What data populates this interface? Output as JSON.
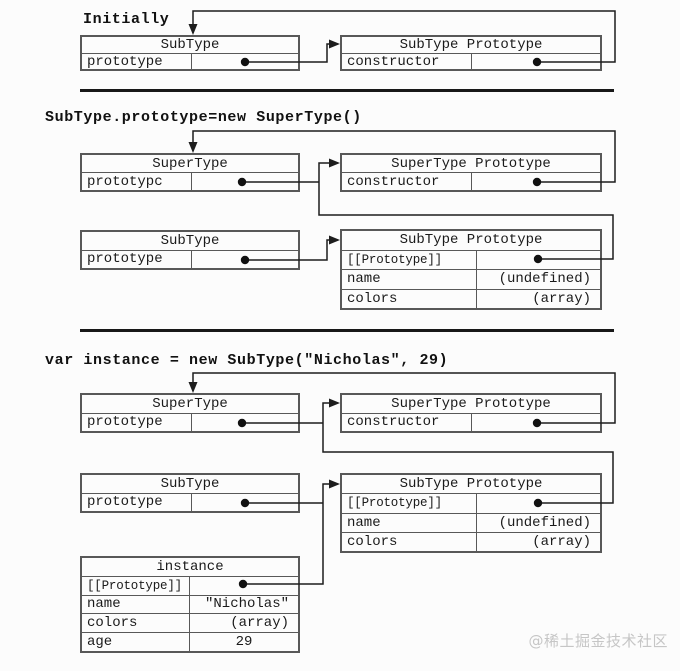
{
  "s1": {
    "heading": "Initially",
    "subtype": {
      "title": "SubType",
      "label": "prototype"
    },
    "proto": {
      "title": "SubType Prototype",
      "label": "constructor"
    }
  },
  "s2": {
    "heading": "SubType.prototype=new SuperType()",
    "supertype": {
      "title": "SuperType",
      "label": "prototypc"
    },
    "superproto": {
      "title": "SuperType Prototype",
      "label": "constructor"
    },
    "subtype": {
      "title": "SubType",
      "label": "prototype"
    },
    "subproto": {
      "title": "SubType Prototype",
      "rows": [
        {
          "label": "[[Prototype]]",
          "value": ""
        },
        {
          "label": "name",
          "value": "(undefined)"
        },
        {
          "label": "colors",
          "value": "(array)"
        }
      ]
    }
  },
  "s3": {
    "heading": "var instance = new SubType(\"Nicholas\", 29)",
    "supertype": {
      "title": "SuperType",
      "label": "prototype"
    },
    "superproto": {
      "title": "SuperType Prototype",
      "label": "constructor"
    },
    "subtype": {
      "title": "SubType",
      "label": "prototype"
    },
    "subproto": {
      "title": "SubType Prototype",
      "rows": [
        {
          "label": "[[Prototype]]",
          "value": ""
        },
        {
          "label": "name",
          "value": "(undefined)"
        },
        {
          "label": "colors",
          "value": "(array)"
        }
      ]
    },
    "instance": {
      "title": "instance",
      "rows": [
        {
          "label": "[[Prototype]]",
          "value": ""
        },
        {
          "label": "name",
          "value": "\"Nicholas\""
        },
        {
          "label": "colors",
          "value": "(array)"
        },
        {
          "label": "age",
          "value": "29"
        }
      ]
    }
  },
  "watermark": "@稀土掘金技术社区"
}
